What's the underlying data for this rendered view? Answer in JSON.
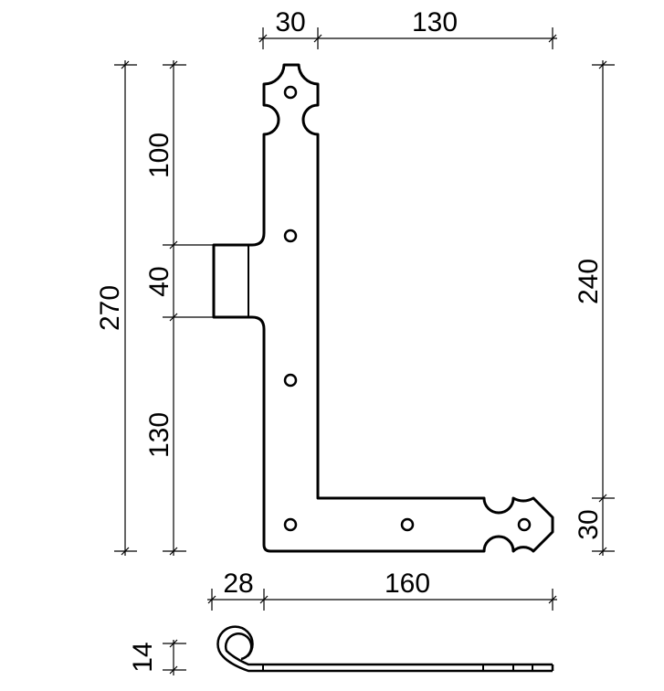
{
  "dimensions": {
    "top_left_width": "30",
    "top_right_width": "130",
    "total_height": "270",
    "upper_segment": "100",
    "tab_segment": "40",
    "lower_segment": "130",
    "right_upper": "240",
    "right_lower": "30",
    "bottom_left": "28",
    "bottom_right": "160",
    "thickness": "14"
  }
}
